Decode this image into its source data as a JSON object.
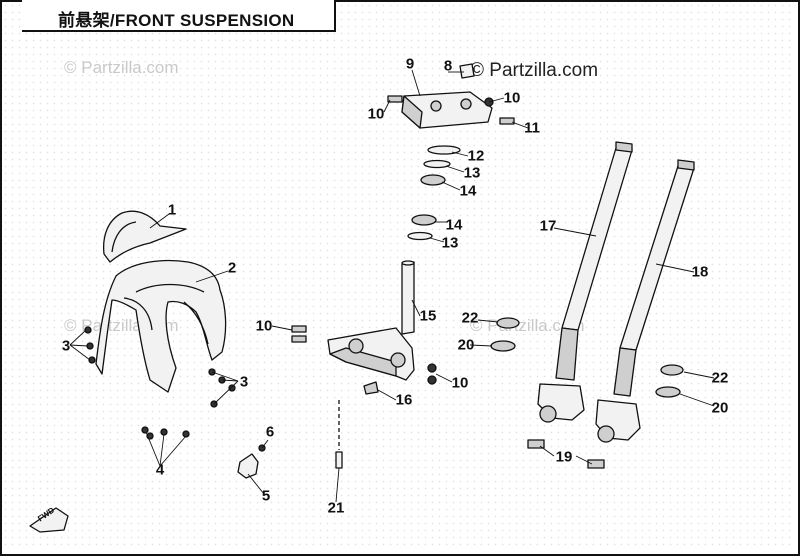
{
  "title": "前悬架/FRONT SUSPENSION",
  "watermark": {
    "main": "© Partzilla.com",
    "faint": "© Partzilla.com"
  },
  "forward_marker": "FWD",
  "callouts": [
    {
      "id": "c1",
      "label": "1"
    },
    {
      "id": "c2",
      "label": "2"
    },
    {
      "id": "c3a",
      "label": "3"
    },
    {
      "id": "c3b",
      "label": "3"
    },
    {
      "id": "c4",
      "label": "4"
    },
    {
      "id": "c5",
      "label": "5"
    },
    {
      "id": "c6",
      "label": "6"
    },
    {
      "id": "c8",
      "label": "8"
    },
    {
      "id": "c9",
      "label": "9"
    },
    {
      "id": "c10a",
      "label": "10"
    },
    {
      "id": "c10b",
      "label": "10"
    },
    {
      "id": "c10c",
      "label": "10"
    },
    {
      "id": "c10d",
      "label": "10"
    },
    {
      "id": "c11",
      "label": "11"
    },
    {
      "id": "c12",
      "label": "12"
    },
    {
      "id": "c13a",
      "label": "13"
    },
    {
      "id": "c14a",
      "label": "14"
    },
    {
      "id": "c14b",
      "label": "14"
    },
    {
      "id": "c13b",
      "label": "13"
    },
    {
      "id": "c15",
      "label": "15"
    },
    {
      "id": "c16",
      "label": "16"
    },
    {
      "id": "c17",
      "label": "17"
    },
    {
      "id": "c18",
      "label": "18"
    },
    {
      "id": "c19",
      "label": "19"
    },
    {
      "id": "c20a",
      "label": "20"
    },
    {
      "id": "c20b",
      "label": "20"
    },
    {
      "id": "c21",
      "label": "21"
    },
    {
      "id": "c22a",
      "label": "22"
    },
    {
      "id": "c22b",
      "label": "22"
    }
  ],
  "colors": {
    "line": "#111111",
    "part_fill": "#f2f2f2",
    "part_shade": "#cfcfcf",
    "watermark": "#c9c9c9"
  }
}
